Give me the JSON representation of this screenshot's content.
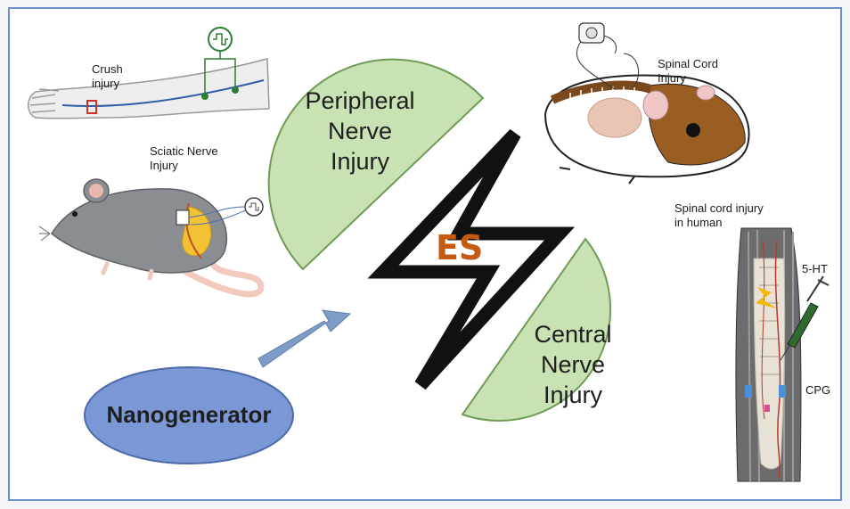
{
  "labels": {
    "crush_injury": "Crush\ninjury",
    "sciatic_nerve_injury": "Sciatic Nerve\nInjury",
    "peripheral_nerve_injury": "Peripheral\nNerve\nInjury",
    "central_nerve_injury": "Central\nNerve\nInjury",
    "es": "ES",
    "nanogenerator": "Nanogenerator",
    "spinal_cord_injury": "Spinal Cord\nInjury",
    "spinal_cord_injury_human": "Spinal cord injury\nin human",
    "five_ht": "5-HT",
    "cpg": "CPG"
  },
  "colors": {
    "frame": "#6b8fc9",
    "segment_fill": "#c9e2b4",
    "segment_stroke": "#6f9c55",
    "nanogenerator_fill": "#7a98d6",
    "arrow_fill": "#7e9cc6",
    "es_text": "#c55a11",
    "bolt": "#111111"
  },
  "icons": [
    "arm-icon",
    "mouse-icon",
    "guinea-pig-icon",
    "human-spine-icon",
    "lightning-bolt-icon",
    "signal-generator-icon",
    "syringe-icon"
  ]
}
